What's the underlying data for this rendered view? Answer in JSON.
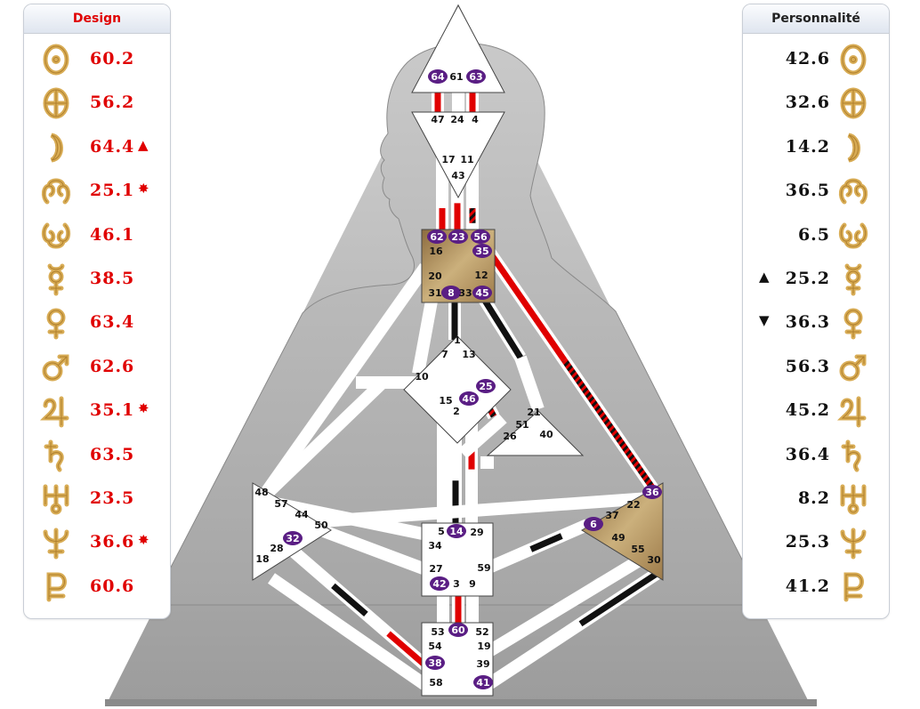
{
  "design": {
    "title": "Design",
    "rows": [
      {
        "planet": "sun-icon",
        "value": "60.2",
        "mark": ""
      },
      {
        "planet": "earth-icon",
        "value": "56.2",
        "mark": ""
      },
      {
        "planet": "moon-icon",
        "value": "64.4",
        "mark": "▲"
      },
      {
        "planet": "north-node-icon",
        "value": "25.1",
        "mark": "✸"
      },
      {
        "planet": "south-node-icon",
        "value": "46.1",
        "mark": ""
      },
      {
        "planet": "mercury-icon",
        "value": "38.5",
        "mark": ""
      },
      {
        "planet": "venus-icon",
        "value": "63.4",
        "mark": ""
      },
      {
        "planet": "mars-icon",
        "value": "62.6",
        "mark": ""
      },
      {
        "planet": "jupiter-icon",
        "value": "35.1",
        "mark": "✸"
      },
      {
        "planet": "saturn-icon",
        "value": "63.5",
        "mark": ""
      },
      {
        "planet": "uranus-icon",
        "value": "23.5",
        "mark": ""
      },
      {
        "planet": "neptune-icon",
        "value": "36.6",
        "mark": "✸"
      },
      {
        "planet": "pluto-icon",
        "value": "60.6",
        "mark": ""
      }
    ]
  },
  "personality": {
    "title": "Personnalité",
    "rows": [
      {
        "planet": "sun-icon",
        "value": "42.6",
        "mark": ""
      },
      {
        "planet": "earth-icon",
        "value": "32.6",
        "mark": ""
      },
      {
        "planet": "moon-icon",
        "value": "14.2",
        "mark": ""
      },
      {
        "planet": "north-node-icon",
        "value": "36.5",
        "mark": ""
      },
      {
        "planet": "south-node-icon",
        "value": "6.5",
        "mark": ""
      },
      {
        "planet": "mercury-icon",
        "value": "25.2",
        "mark": "▲"
      },
      {
        "planet": "venus-icon",
        "value": "36.3",
        "mark": "▼"
      },
      {
        "planet": "mars-icon",
        "value": "56.3",
        "mark": ""
      },
      {
        "planet": "jupiter-icon",
        "value": "45.2",
        "mark": ""
      },
      {
        "planet": "saturn-icon",
        "value": "36.4",
        "mark": ""
      },
      {
        "planet": "uranus-icon",
        "value": "8.2",
        "mark": ""
      },
      {
        "planet": "neptune-icon",
        "value": "25.3",
        "mark": ""
      },
      {
        "planet": "pluto-icon",
        "value": "41.2",
        "mark": ""
      }
    ]
  },
  "colors": {
    "design": "#e00000",
    "personality": "#111111",
    "defined_center": "#b8955c",
    "activated_gate": "#5a1e84"
  },
  "bodygraph": {
    "gates": {
      "head": [
        "64",
        "61",
        "63"
      ],
      "ajna": [
        "47",
        "24",
        "4",
        "17",
        "11",
        "43"
      ],
      "throat": [
        "62",
        "23",
        "56",
        "16",
        "35",
        "20",
        "12",
        "31",
        "8",
        "33",
        "45"
      ],
      "g": [
        "1",
        "7",
        "13",
        "10",
        "25",
        "15",
        "46",
        "2"
      ],
      "heart": [
        "21",
        "51",
        "26",
        "40"
      ],
      "spleen": [
        "48",
        "57",
        "44",
        "50",
        "32",
        "28",
        "18"
      ],
      "solar_plexus": [
        "36",
        "22",
        "37",
        "6",
        "49",
        "55",
        "30"
      ],
      "sacral": [
        "5",
        "14",
        "29",
        "34",
        "27",
        "59",
        "42",
        "3",
        "9"
      ],
      "root": [
        "53",
        "60",
        "52",
        "54",
        "19",
        "38",
        "39",
        "58",
        "41"
      ]
    },
    "activated_gates": [
      "64",
      "63",
      "62",
      "23",
      "56",
      "35",
      "8",
      "45",
      "25",
      "46",
      "32",
      "36",
      "6",
      "14",
      "42",
      "60",
      "38",
      "41"
    ],
    "defined_centers": [
      "throat",
      "solar_plexus"
    ]
  }
}
